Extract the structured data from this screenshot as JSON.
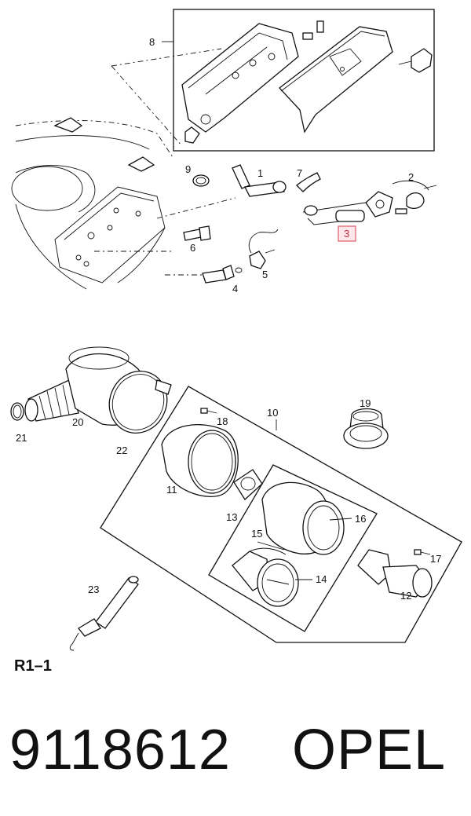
{
  "callouts": {
    "c1": "1",
    "c2": "2",
    "c3": "3",
    "c4": "4",
    "c5": "5",
    "c6": "6",
    "c7": "7",
    "c8": "8",
    "c9": "9",
    "c10": "10",
    "c11": "11",
    "c12": "12",
    "c13": "13",
    "c14": "14",
    "c15": "15",
    "c16": "16",
    "c17": "17",
    "c18": "18",
    "c19": "19",
    "c20": "20",
    "c21": "21",
    "c22": "22",
    "c23": "23"
  },
  "highlighted_callout": "3",
  "sheet_label": "R1–1",
  "footer": {
    "part_number": "9118612",
    "brand": "OPEL"
  }
}
